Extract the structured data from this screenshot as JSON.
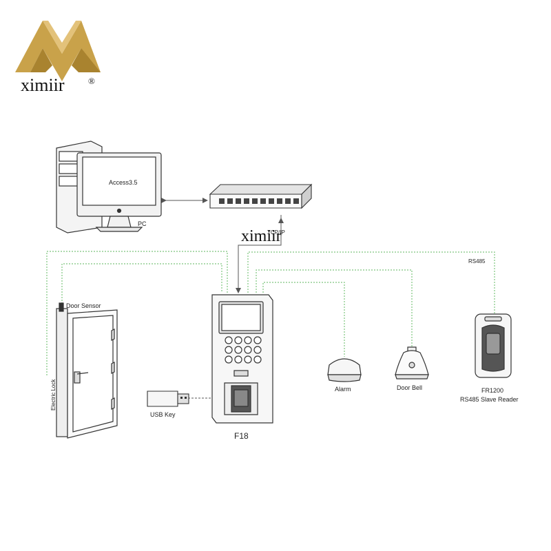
{
  "brand": {
    "name": "ximiir",
    "mark": "®",
    "watermark": "ximiir",
    "logo_color": "#c9a24a"
  },
  "labels": {
    "pc_screen": "Access3.5",
    "pc": "PC",
    "tcpip": "TCP/IP",
    "rs485": "RS485",
    "door_sensor": "Door Sensor",
    "electric_lock": "Electric Lock",
    "usb_key": "USB Key",
    "terminal": "F18",
    "alarm": "Alarm",
    "door_bell": "Door Bell",
    "reader_model": "FR1200",
    "reader_desc": "RS485 Slave Reader"
  },
  "colors": {
    "wire": "#7cc47c",
    "line": "#555555",
    "device_fill": "#ffffff",
    "device_stroke": "#333333"
  },
  "icons": [
    "computer-icon",
    "network-switch-icon",
    "door-icon",
    "usb-key-icon",
    "fingerprint-terminal-icon",
    "alarm-icon",
    "door-bell-icon",
    "slave-reader-icon"
  ]
}
